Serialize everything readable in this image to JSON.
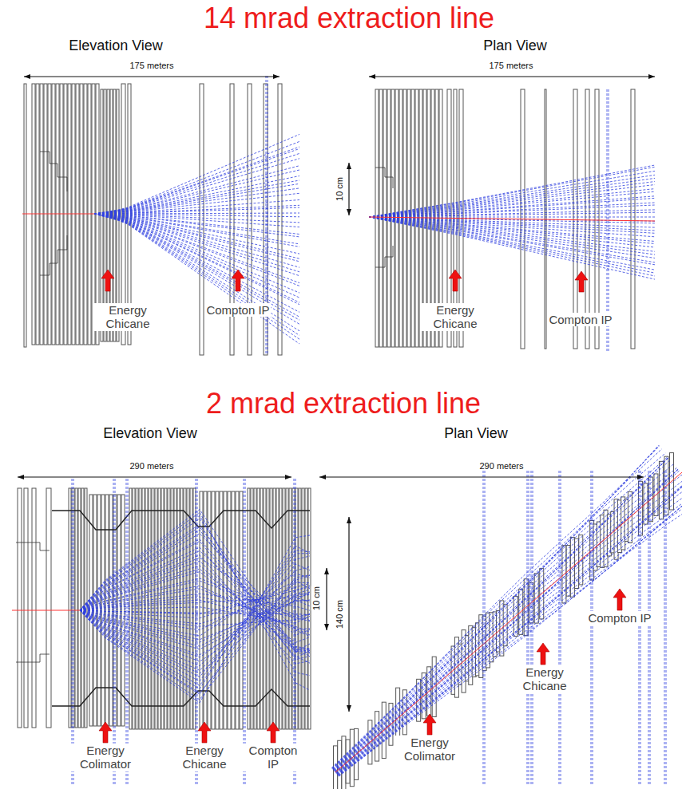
{
  "diagram": {
    "labels": [
      "14 mrad extraction line",
      "Elevation View",
      "175 meters",
      "Plan View",
      "175 meters",
      "10 cm",
      "Energy Chicane",
      "Compton IP",
      "Energy Chicane",
      "Compton IP",
      "2 mrad extraction line",
      "Elevation View",
      "290 meters",
      "Plan View",
      "290 meters",
      "10 cm",
      "140 cm",
      "Energy Colimator",
      "Energy Chicane",
      "Compton IP",
      "Energy Colimator",
      "Energy Chicane",
      "Compton IP"
    ]
  }
}
